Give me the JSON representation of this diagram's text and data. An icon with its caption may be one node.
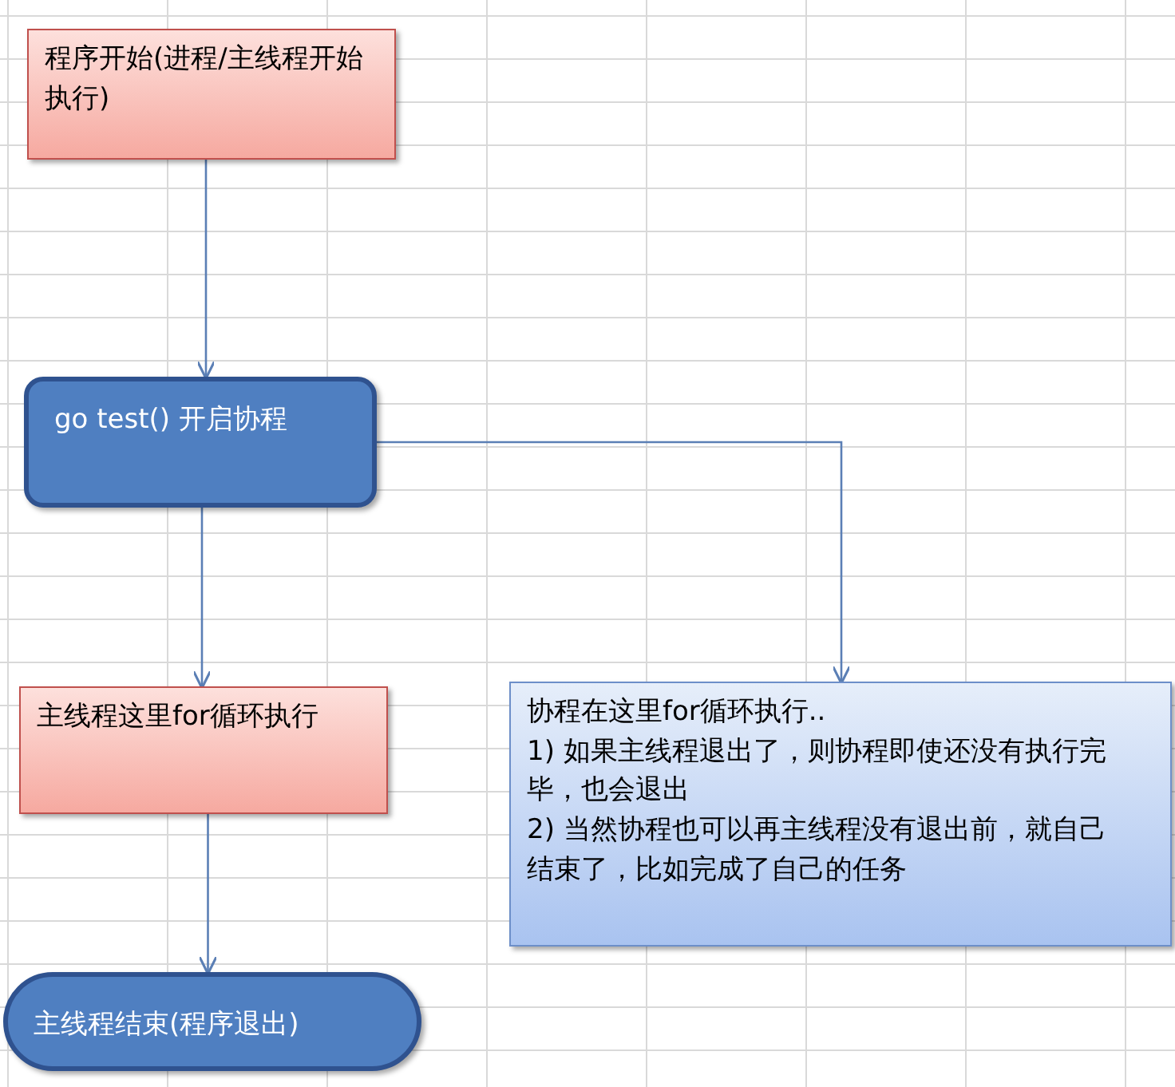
{
  "diagram": {
    "nodes": [
      {
        "text": [
          "程序开始(进程/主线程开始执行)"
        ]
      },
      {
        "text": [
          "go test() 开启协程"
        ]
      },
      {
        "text": [
          "主线程这里for循环执行"
        ]
      },
      {
        "text": [
          "协程在这里for循环执行..",
          "1) 如果主线程退出了，则协程即使还没有执行完毕，也会退出",
          "2) 当然协程也可以再主线程没有退出前，就自己结束了，比如完成了自己的任务"
        ]
      },
      {
        "text": [
          "主线程结束(程序退出)"
        ]
      }
    ],
    "edges": [
      {
        "from": 0,
        "to": 1,
        "arrow": "to"
      },
      {
        "from": 1,
        "to": 2,
        "arrow": "to"
      },
      {
        "from": 1,
        "to": 3,
        "arrow": "to"
      },
      {
        "from": 2,
        "to": 4,
        "arrow": "to"
      }
    ]
  }
}
